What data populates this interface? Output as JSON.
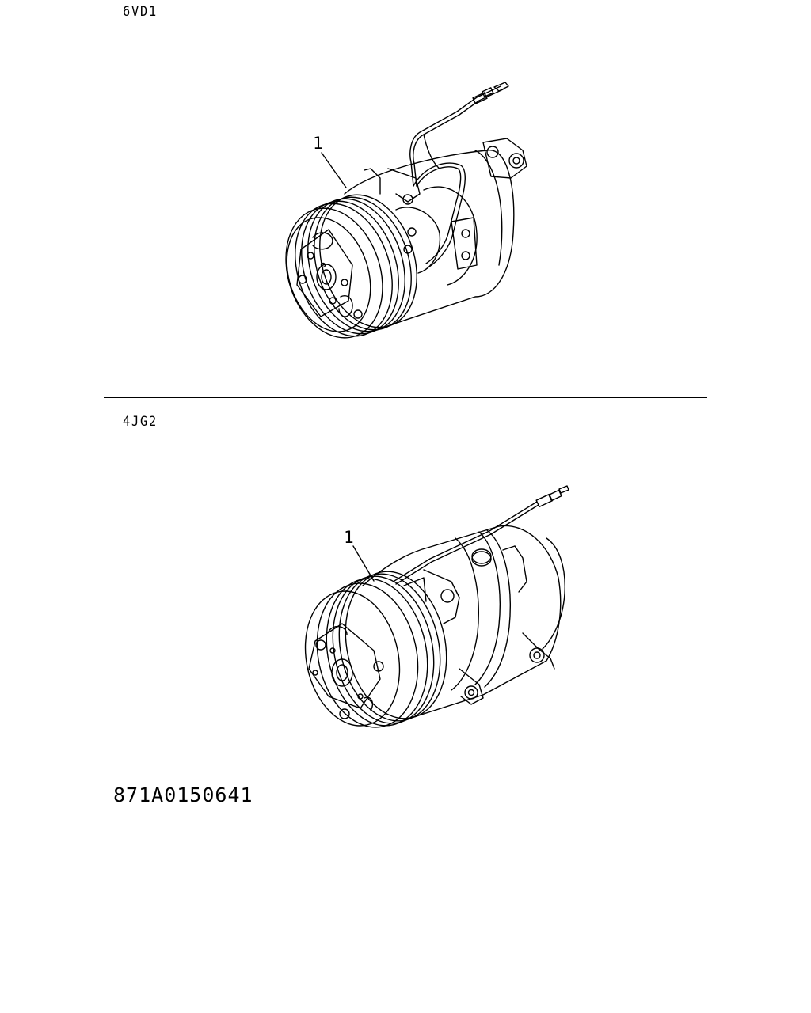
{
  "sections": [
    {
      "engine": "6VD1",
      "callout": "1"
    },
    {
      "engine": "4JG2",
      "callout": "1"
    }
  ],
  "part_number": "871A0150641",
  "colors": {
    "line": "#000000",
    "background": "#ffffff"
  }
}
